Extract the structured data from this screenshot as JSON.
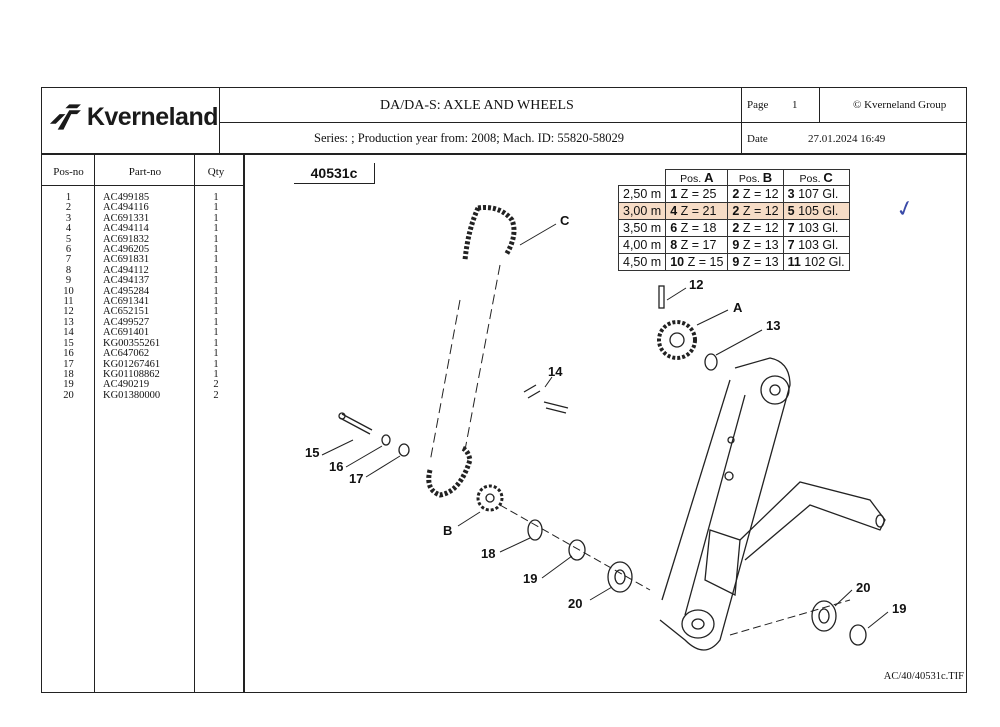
{
  "header": {
    "logo_text": "Kverneland",
    "title": "DA/DA-S: AXLE AND WHEELS",
    "series_line": "Series: ; Production year from: 2008; Mach. ID: 55820-58029",
    "page_label": "Page",
    "page_number": "1",
    "copyright": "© Kverneland Group",
    "date_label": "Date",
    "date_value": "27.01.2024  16:49"
  },
  "parts_table": {
    "headers": {
      "pos": "Pos-no",
      "part": "Part-no",
      "qty": "Qty"
    },
    "rows": [
      {
        "pos": "1",
        "part": "AC499185",
        "qty": "1"
      },
      {
        "pos": "2",
        "part": "AC494116",
        "qty": "1"
      },
      {
        "pos": "3",
        "part": "AC691331",
        "qty": "1"
      },
      {
        "pos": "4",
        "part": "AC494114",
        "qty": "1"
      },
      {
        "pos": "5",
        "part": "AC691832",
        "qty": "1"
      },
      {
        "pos": "6",
        "part": "AC496205",
        "qty": "1"
      },
      {
        "pos": "7",
        "part": "AC691831",
        "qty": "1"
      },
      {
        "pos": "8",
        "part": "AC494112",
        "qty": "1"
      },
      {
        "pos": "9",
        "part": "AC494137",
        "qty": "1"
      },
      {
        "pos": "10",
        "part": "AC495284",
        "qty": "1"
      },
      {
        "pos": "11",
        "part": "AC691341",
        "qty": "1"
      },
      {
        "pos": "12",
        "part": "AC652151",
        "qty": "1"
      },
      {
        "pos": "13",
        "part": "AC499527",
        "qty": "1"
      },
      {
        "pos": "14",
        "part": "AC691401",
        "qty": "1"
      },
      {
        "pos": "15",
        "part": "KG00355261",
        "qty": "1"
      },
      {
        "pos": "16",
        "part": "AC647062",
        "qty": "1"
      },
      {
        "pos": "17",
        "part": "KG01267461",
        "qty": "1"
      },
      {
        "pos": "18",
        "part": "KG01108862",
        "qty": "1"
      },
      {
        "pos": "19",
        "part": "AC490219",
        "qty": "2"
      },
      {
        "pos": "20",
        "part": "KG01380000",
        "qty": "2"
      }
    ]
  },
  "figure": {
    "id": "40531c",
    "filename": "AC/40/40531c.TIF",
    "check_mark": "✓",
    "position_table": {
      "headers": [
        "",
        "Pos.",
        "A",
        "Pos.",
        "B",
        "Pos.",
        "C"
      ],
      "rows": [
        {
          "width": "2,50 m",
          "a_num": "1",
          "a_val": "Z = 25",
          "b_num": "2",
          "b_val": "Z = 12",
          "c_num": "3",
          "c_val": "107 Gl."
        },
        {
          "width": "3,00 m",
          "a_num": "4",
          "a_val": "Z = 21",
          "b_num": "2",
          "b_val": "Z = 12",
          "c_num": "5",
          "c_val": "105 Gl."
        },
        {
          "width": "3,50 m",
          "a_num": "6",
          "a_val": "Z = 18",
          "b_num": "2",
          "b_val": "Z = 12",
          "c_num": "7",
          "c_val": "103 Gl."
        },
        {
          "width": "4,00 m",
          "a_num": "8",
          "a_val": "Z = 17",
          "b_num": "9",
          "b_val": "Z = 13",
          "c_num": "7",
          "c_val": "103 Gl."
        },
        {
          "width": "4,50 m",
          "a_num": "10",
          "a_val": "Z = 15",
          "b_num": "9",
          "b_val": "Z = 13",
          "c_num": "11",
          "c_val": "102 Gl."
        }
      ]
    },
    "callouts": {
      "c": "C",
      "a": "A",
      "b": "B",
      "n12": "12",
      "n13": "13",
      "n14": "14",
      "n15": "15",
      "n16": "16",
      "n17": "17",
      "n18": "18",
      "n19": "19",
      "n20": "20",
      "n20b": "20",
      "n19b": "19"
    }
  }
}
